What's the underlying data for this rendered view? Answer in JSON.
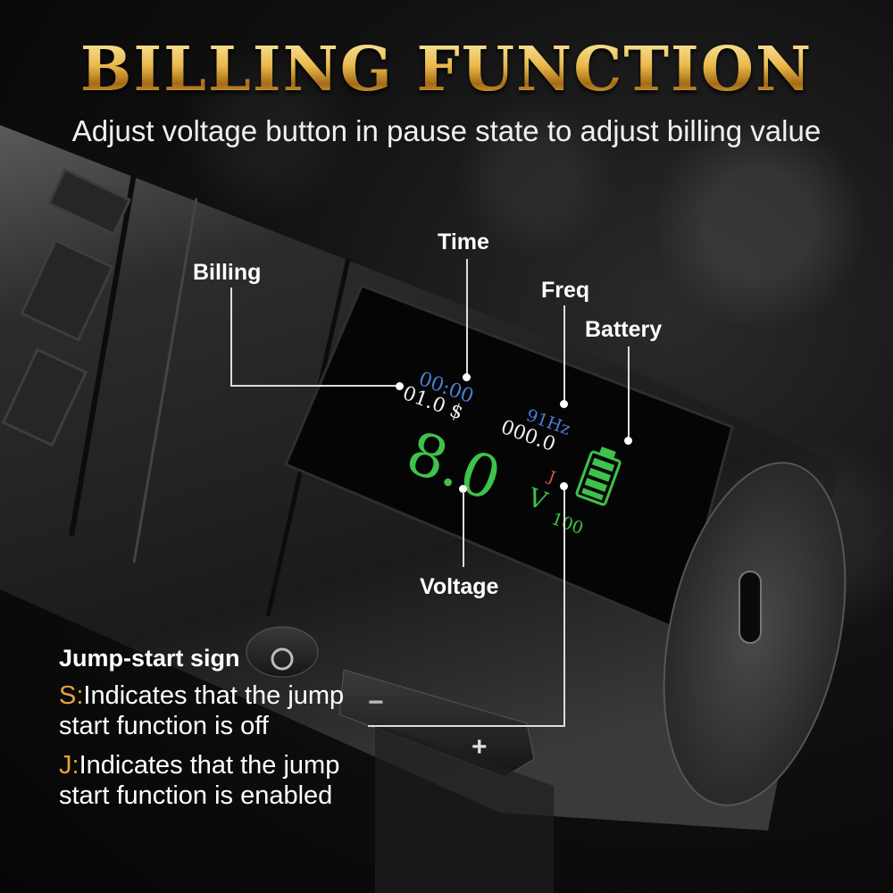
{
  "header": {
    "title": "BILLING FUNCTION",
    "subtitle": "Adjust voltage button in pause state to adjust billing value"
  },
  "callouts": {
    "time": "Time",
    "billing": "Billing",
    "freq": "Freq",
    "battery": "Battery",
    "voltage": "Voltage"
  },
  "screen": {
    "time": "00:00",
    "billing": "01.0 $",
    "counter": "000.0",
    "freq": "91Hz",
    "voltage": "8.0",
    "voltage_unit": "V",
    "power": "100",
    "jump_mode": "J"
  },
  "legend": {
    "title": "Jump-start sign",
    "s_key": "S:",
    "s_desc_1": "Indicates that the jump",
    "s_desc_2": "start function is off",
    "j_key": "J:",
    "j_desc_1": "Indicates that the jump",
    "j_desc_2": "start function is enabled"
  },
  "buttons": {
    "minus": "−",
    "plus": "+"
  },
  "colors": {
    "gold": "#e0b54d",
    "screen_blue": "#4a7fd6",
    "screen_green": "#3ec24a",
    "jump_red": "#e25555",
    "legend_key": "#e6a23c"
  }
}
